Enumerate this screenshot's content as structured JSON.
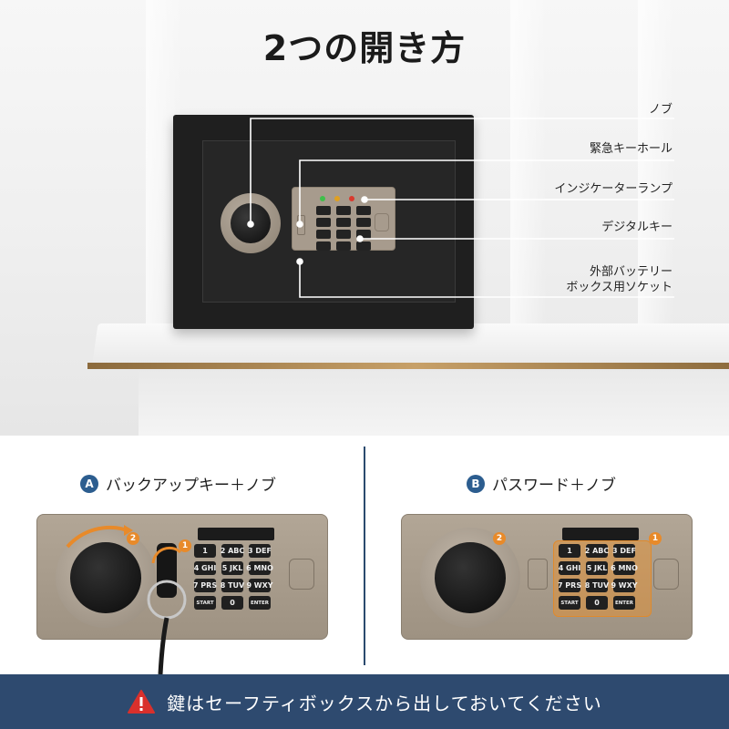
{
  "title": "2つの開き方",
  "callouts": [
    {
      "label": "ノブ"
    },
    {
      "label": "緊急キーホール"
    },
    {
      "label": "インジケーターランプ"
    },
    {
      "label": "デジタルキー"
    },
    {
      "label": "外部バッテリー\nボックス用ソケット"
    }
  ],
  "method_a": {
    "badge": "A",
    "label": "バックアップキー＋ノブ"
  },
  "method_b": {
    "badge": "B",
    "label": "パスワード＋ノブ"
  },
  "steps": {
    "one": "1",
    "two": "2"
  },
  "keypad": [
    [
      "1",
      "2 ABC",
      "3 DEF"
    ],
    [
      "4 GHI",
      "5 JKL",
      "6 MNO"
    ],
    [
      "7 PRS",
      "8 TUV",
      "9 WXY"
    ],
    [
      "START",
      "0",
      "ENTER"
    ]
  ],
  "warning": "鍵はセーフティボックスから出しておいてください",
  "colors": {
    "accent_blue": "#2c5d8f",
    "bar_blue": "#2e4a6f",
    "highlight_orange": "#e88a2a",
    "warning_red": "#d9302c"
  },
  "icons": {
    "warning": "warning-triangle-icon",
    "key": "key-icon"
  }
}
